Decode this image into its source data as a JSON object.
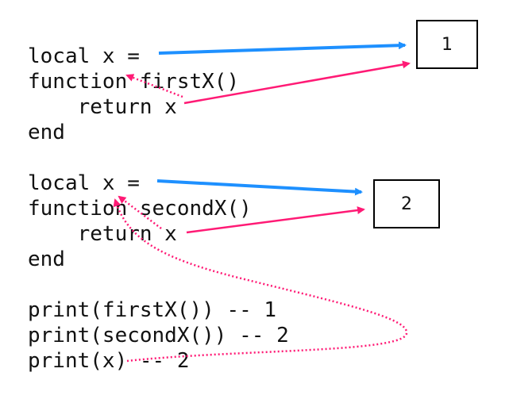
{
  "code": {
    "block1": [
      "local x =",
      "function firstX()",
      "    return x",
      "end"
    ],
    "block2": [
      "local x =",
      "function secondX()",
      "    return x",
      "end"
    ],
    "prints": [
      "print(firstX()) -- 1",
      "print(secondX()) -- 2",
      "print(x) -- 2"
    ]
  },
  "boxes": {
    "value1": "1",
    "value2": "2"
  },
  "colors": {
    "assignment_arrow": "#1e90ff",
    "reference_arrow": "#ff1a75",
    "scope_arrow_dotted": "#ff1a75"
  }
}
